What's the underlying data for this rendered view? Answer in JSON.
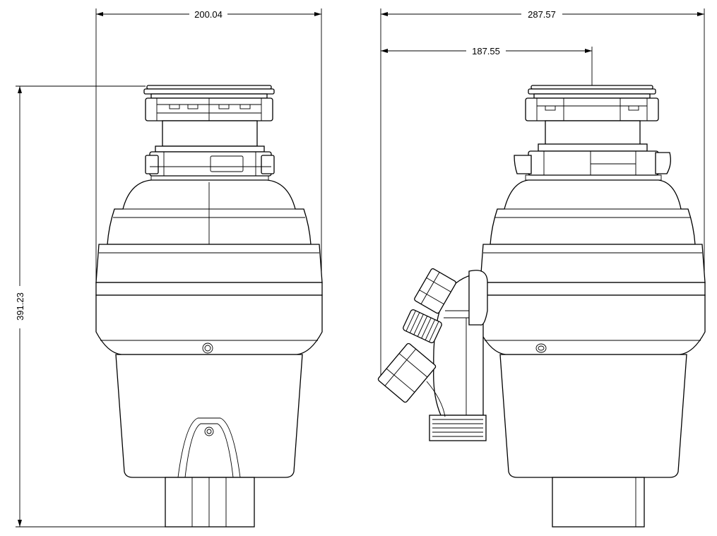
{
  "dimensions": {
    "front_width": "200.04",
    "total_height": "391.23",
    "side_width": "287.57",
    "side_offset": "187.55"
  },
  "colors": {
    "line": "#000000",
    "background": "#ffffff"
  }
}
